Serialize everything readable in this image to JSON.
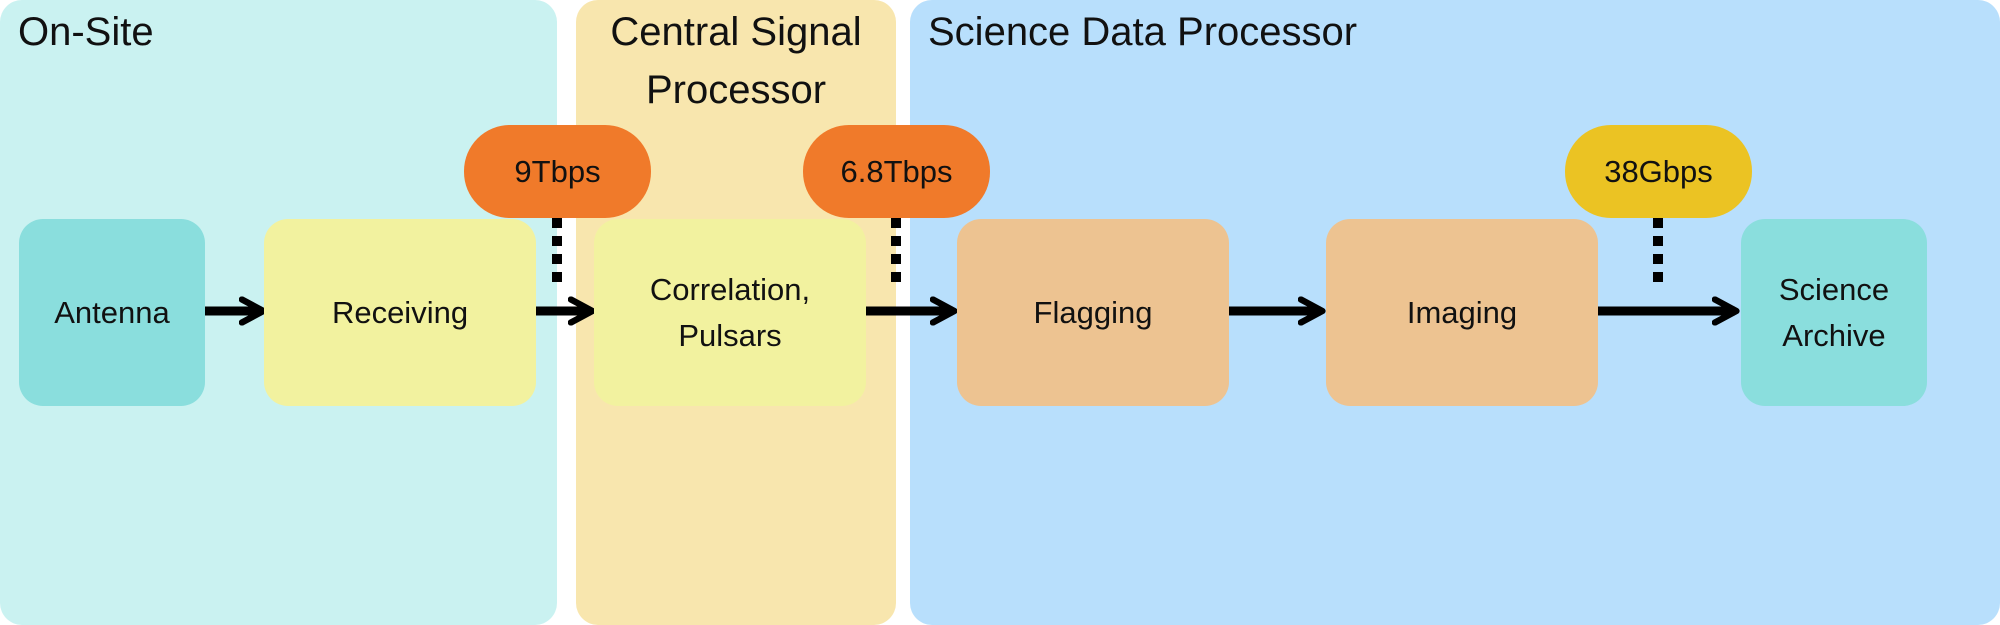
{
  "colors": {
    "onsite_bg": "#caf2f1",
    "csp_bg": "#f8e6ae",
    "sdp_bg": "#b8dffc",
    "teal_node": "#8adedd",
    "yellow_node": "#f2f29f",
    "orange_node": "#edc391",
    "badge_orange": "#f07a2a",
    "badge_yellow": "#ebc323",
    "arrow": "#000000"
  },
  "regions": {
    "onsite": {
      "title": "On-Site"
    },
    "csp": {
      "title": "Central Signal Processor"
    },
    "sdp": {
      "title": "Science Data Processor"
    }
  },
  "nodes": {
    "antenna": "Antenna",
    "receiving": "Receiving",
    "correlation": "Correlation,\nPulsars",
    "flagging": "Flagging",
    "imaging": "Imaging",
    "archive": "Science\nArchive"
  },
  "badges": {
    "receiving_rate": "9Tbps",
    "correlation_rate": "6.8Tbps",
    "archive_rate": "38Gbps"
  }
}
